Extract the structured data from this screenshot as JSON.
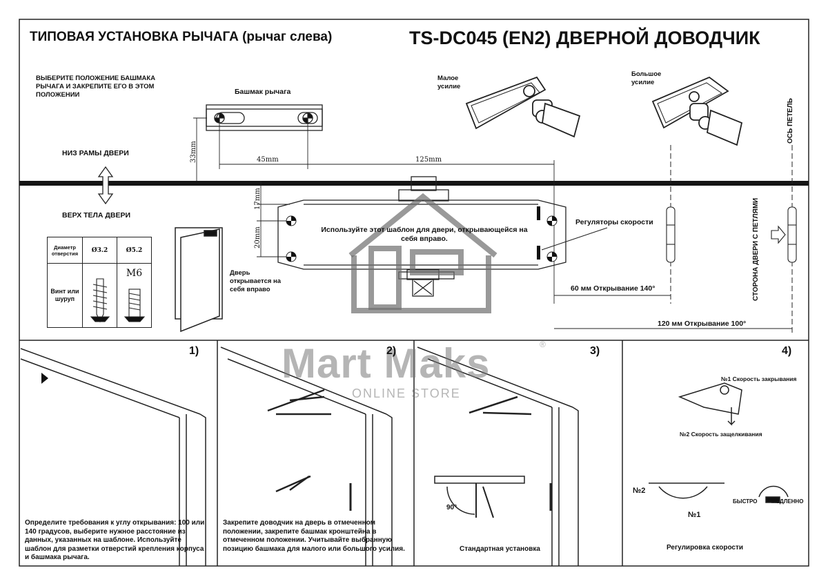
{
  "header": {
    "left_title": "ТИПОВАЯ УСТАНОВКА РЫЧАГА (рычаг слева)",
    "right_title": "TS-DC045 (EN2) ДВЕРНОЙ ДОВОДЧИК"
  },
  "top_section": {
    "instruction": "ВЫБЕРИТЕ ПОЛОЖЕНИЕ БАШМАКА РЫЧАГА И ЗАКРЕПИТЕ ЕГО В ЭТОМ ПОЛОЖЕНИИ",
    "shoe_label": "Башмак рычага",
    "frame_bottom": "НИЗ РАМЫ ДВЕРИ",
    "door_top": "ВЕРХ ТЕЛА ДВЕРИ",
    "dim_33": "33mm",
    "dim_45": "45mm",
    "dim_125": "125mm",
    "dim_17": "17mm",
    "dim_20": "20mm",
    "template_text": "Используйте этот шаблон для двери, открывающейся на себя вправо.",
    "speed_regulators": "Регуляторы скорости",
    "open_140": "60 мм   Открывание 140°",
    "open_100": "120 мм   Открывание 100°",
    "small_force": "Малое усилие",
    "large_force": "Большое усилие",
    "hinge_axis": "ОСЬ ПЕТЕЛЬ",
    "hinge_side": "СТОРОНА ДВЕРИ С ПЕТЛЯМИ",
    "door_opens": "Дверь открывается на себя вправо",
    "table": {
      "header_label": "Диаметр отверстия",
      "d1": "Ø3.2",
      "d2": "Ø5.2",
      "screw_label": "Винт или шуруп",
      "m6": "M6"
    }
  },
  "steps": [
    {
      "num": "1)",
      "caption": "Определите требования к углу открывания: 100 или 140 градусов, выберите нужное расстояние из данных, указанных на шаблоне. Используйте шаблон для разметки отверстий крепления корпуса и башмака рычага."
    },
    {
      "num": "2)",
      "caption": "Закрепите доводчик на дверь в отмеченном положении, закрепите башмак кронштейна в отмеченном положении. Учитывайте выбранную позицию башмака для малого или большого усилия."
    },
    {
      "num": "3)",
      "caption": "Стандартная установка",
      "angle": "90°"
    },
    {
      "num": "4)",
      "caption": "Регулировка скорости",
      "speed1": "№1 Скорость закрывания",
      "speed2": "№2 Скорость защелкивания",
      "n2": "№2",
      "n1": "№1",
      "fast": "БЫСТРО",
      "slow": "МЕДЛЕННО"
    }
  ],
  "watermark": {
    "brand": "Mart Maks",
    "sub": "ONLINE STORE",
    "reg": "®"
  }
}
